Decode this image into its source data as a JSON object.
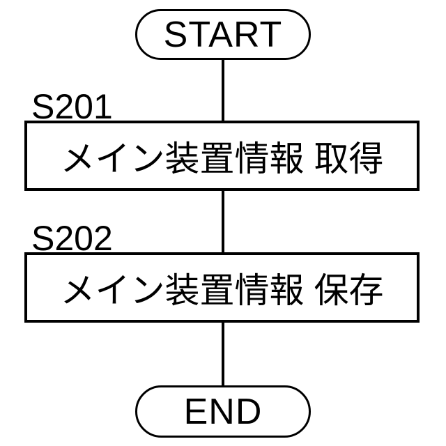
{
  "flowchart": {
    "start_label": "START",
    "end_label": "END",
    "steps": [
      {
        "id": "S201",
        "text": "メイン装置情報 取得"
      },
      {
        "id": "S202",
        "text": "メイン装置情報 保存"
      }
    ],
    "colors": {
      "stroke": "#000000",
      "background": "#ffffff",
      "text": "#000000"
    }
  }
}
